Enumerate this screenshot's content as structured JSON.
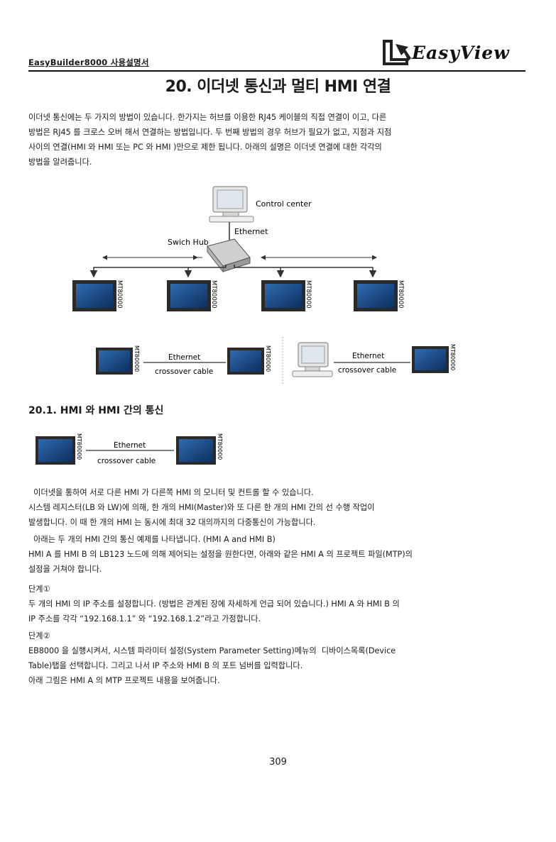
{
  "header": {
    "manual_title": "EasyBuilder8000 사용설명서",
    "logo_text": "EasyView"
  },
  "page_title": "20. 이더넷 통신과 멀티 HMI 연결",
  "intro": "이더넷 통신에는 두 가지의 방법이 있습니다. 한가지는 허브를 이용한 RJ45 케이블의 직접 연결이 이고, 다른\n방법은 RJ45 를 크로스 오버 해서 연결하는 방법입니다. 두 번째 방법의 경우 허브가 필요가 없고, 지점과 지점\n사이의 연결(HMI 와 HMI 또는 PC 와 HMI )만으로 제한 됩니다. 아래의 설명은 이더넷 연결에 대한 각각의\n방법을 알려줍니다.",
  "diagram1": {
    "control_center": "Control center",
    "ethernet": "Ethernet",
    "switch_hub": "Swich Hub",
    "device_label": "MT80000"
  },
  "diagram2": {
    "cable_line1": "Ethernet",
    "cable_line2": "crossover cable",
    "device_label": "MT80000"
  },
  "section": {
    "heading": "20.1. HMI 와 HMI 간의 통신"
  },
  "diagram3": {
    "cable_line1": "Ethernet",
    "cable_line2": "crossover cable",
    "device_label": "MT80000"
  },
  "paragraphs": {
    "p1": "  이더넷을 통하여 서로 다른 HMI 가 다른쪽 HMI 의 모니터 및 컨트롤 할 수 있습니다.\n시스템 레지스터(LB 와 LW)에 의해, 한 개의 HMI(Master)와 또 다른 한 개의 HMI 간의 선 수행 작업이\n발생합니다. 이 때 한 개의 HMI 는 동시에 최대 32 대의까지의 다중통신이 가능합니다.",
    "p2": "  아래는 두 개의 HMI 간의 통신 예제를 나타냅니다. (HMI A and HMI B)\nHMI A 를 HMI B 의 LB123 노드에 의해 제어되는 설정을 원한다면, 아래와 같은 HMI A 의 프로젝트 파일(MTP)의\n설정을 거쳐야 합니다.",
    "step1": "단계①\n두 개의 HMI 의 IP 주소를 설정합니다. (방법은 관계된 장에 자세하게 언급 되어 있습니다.) HMI A 와 HMI B 의\nIP 주소를 각각 “192.168.1.1” 와 “192.168.1.2”라고 가정합니다.",
    "step2": "단계②\nEB8000 을 실행시켜서, 시스템 파라미터 설정(System Parameter Setting)메뉴의  디바이스목록(Device\nTable)탭을 선택합니다. 그리고 나서 IP 주소와 HMI B 의 포트 넘버를 입력합니다.\n아래 그림은 HMI A 의 MTP 프로젝트 내용을 보여줍니다."
  },
  "page_number": "309"
}
